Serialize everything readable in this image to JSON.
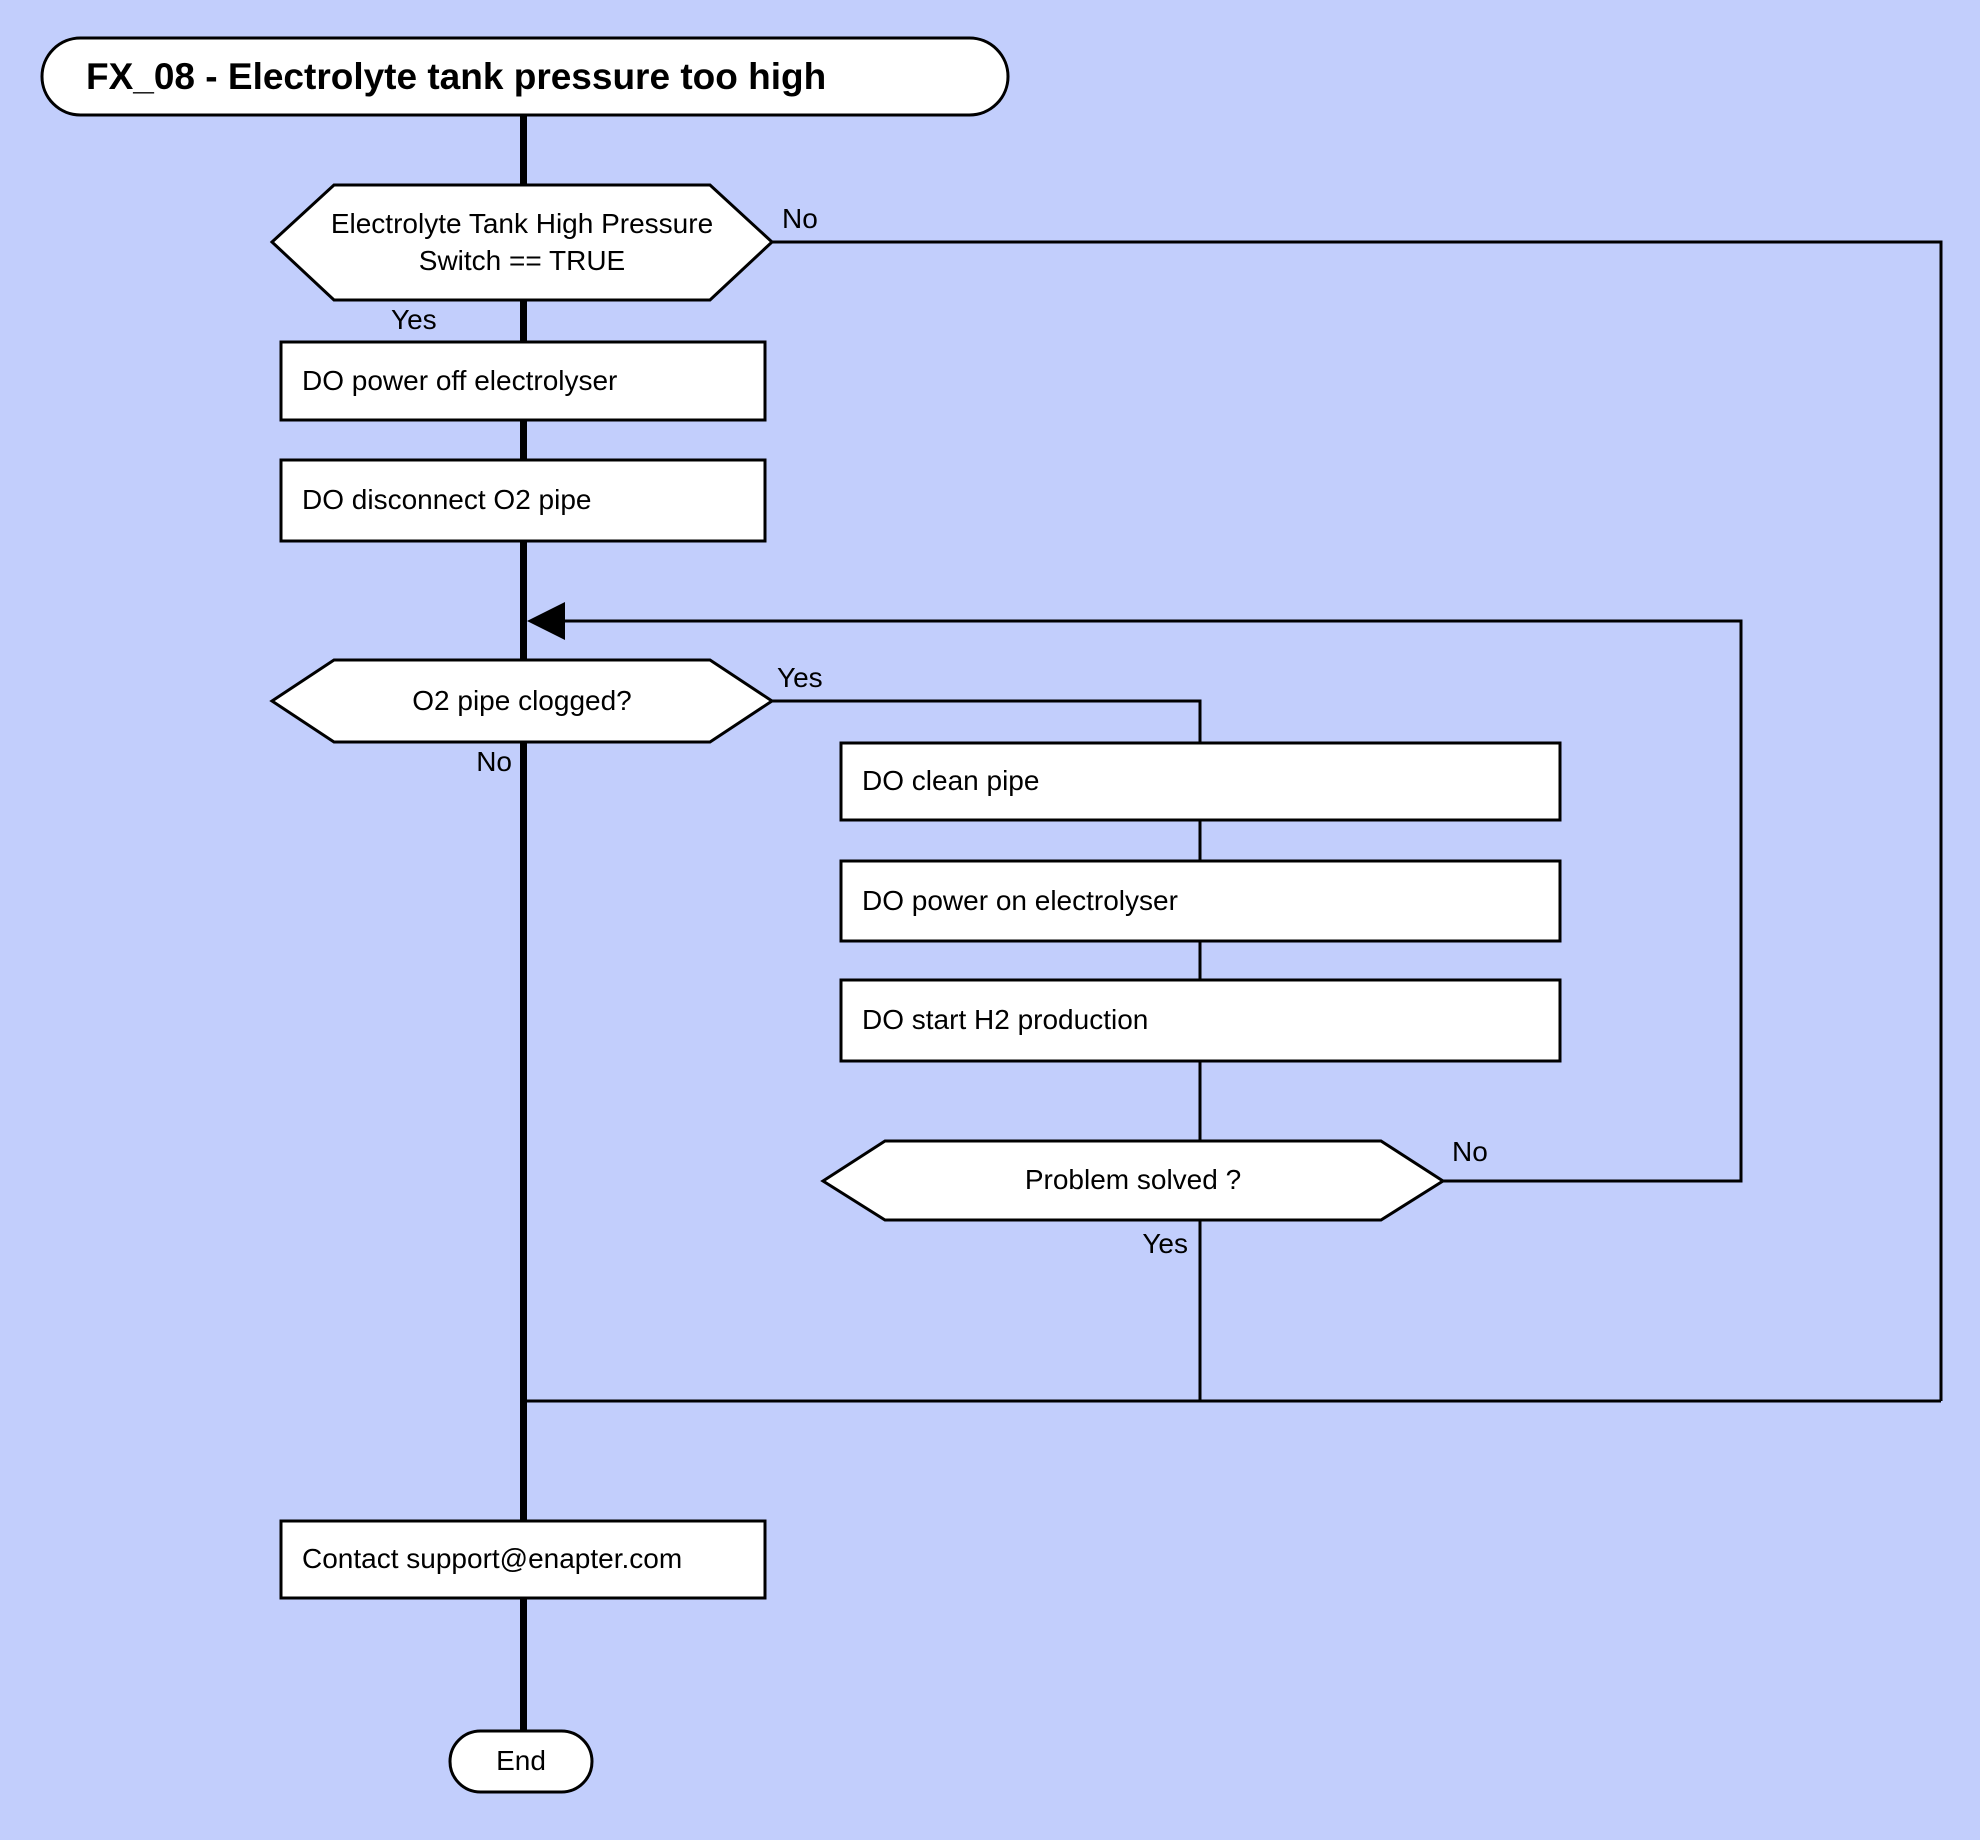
{
  "diagram": {
    "title": "FX_08 - Electrolyte tank pressure too high",
    "colors": {
      "background": "#c2cefc",
      "node_fill": "#ffffff",
      "line": "#000000"
    },
    "nodes": {
      "decision_tank_pressure": {
        "line1": "Electrolyte Tank High Pressure",
        "line2": "Switch == TRUE"
      },
      "process_power_off": "DO power off electrolyser",
      "process_disconnect": "DO disconnect O2 pipe",
      "decision_pipe_clogged": "O2 pipe clogged?",
      "process_clean_pipe": "DO clean pipe",
      "process_power_on": "DO power on electrolyser",
      "process_start_h2": "DO start H2 production",
      "decision_problem_solved": "Problem solved ?",
      "process_contact": "Contact support@enapter.com",
      "terminator_end": "End"
    },
    "edge_labels": {
      "decision1_no": "No",
      "decision1_yes": "Yes",
      "decision2_yes": "Yes",
      "decision2_no": "No",
      "decision3_no": "No",
      "decision3_yes": "Yes"
    }
  }
}
